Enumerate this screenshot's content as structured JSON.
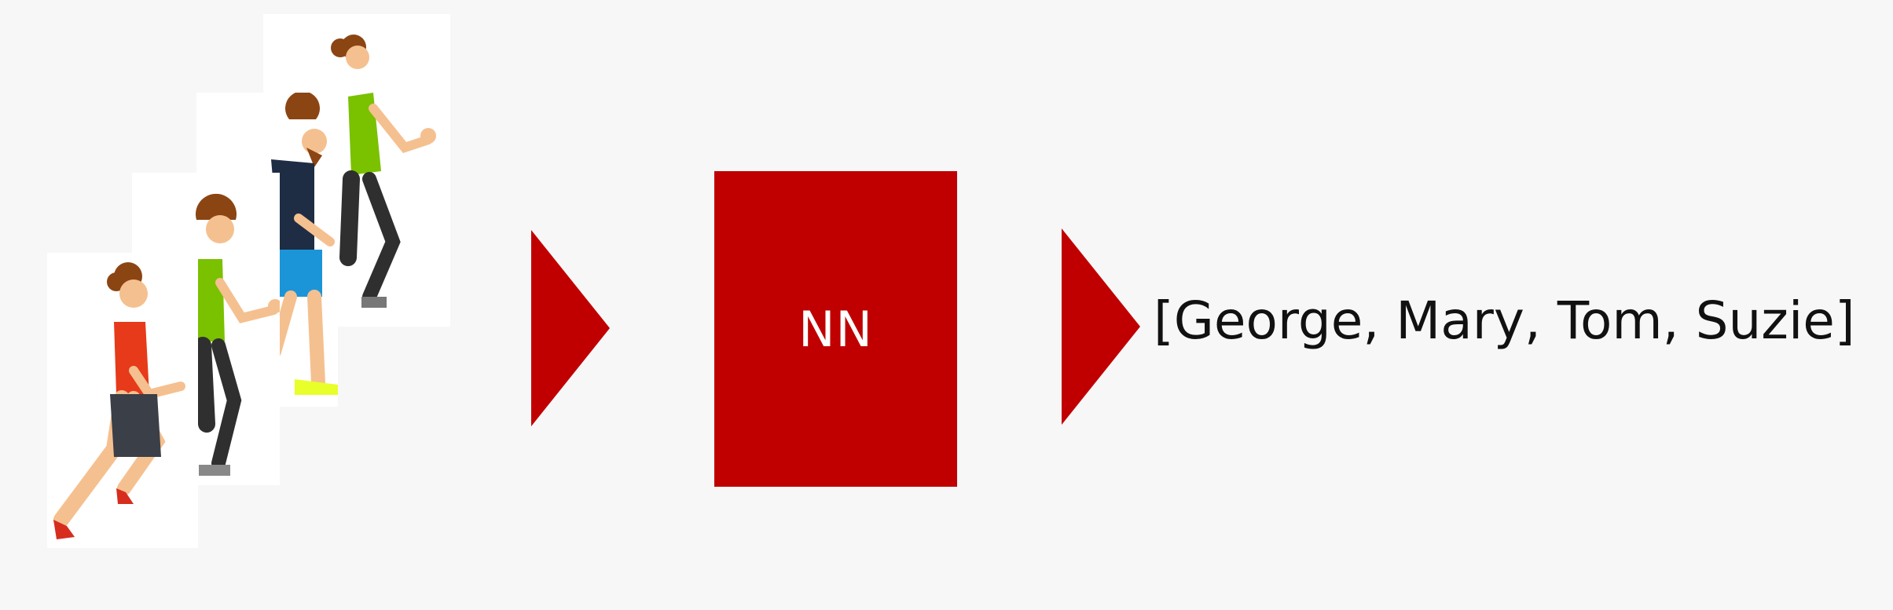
{
  "diagram": {
    "nn_label": "NN",
    "output_text": "[George, Mary, Tom, Suzie]",
    "colors": {
      "background": "#f7f7f7",
      "accent_red": "#c00000",
      "nn_text": "#ffffff",
      "output_text": "#111111"
    },
    "input_frames": [
      {
        "name": "runner-woman-ponytail-green-shirt",
        "icon": "runner-woman-icon"
      },
      {
        "name": "runner-man-beard-navy-shirt",
        "icon": "runner-man-bearded-icon"
      },
      {
        "name": "runner-boy-green-shirt",
        "icon": "runner-boy-icon"
      },
      {
        "name": "runner-woman-bun-red-shirt",
        "icon": "runner-woman-icon"
      }
    ]
  }
}
